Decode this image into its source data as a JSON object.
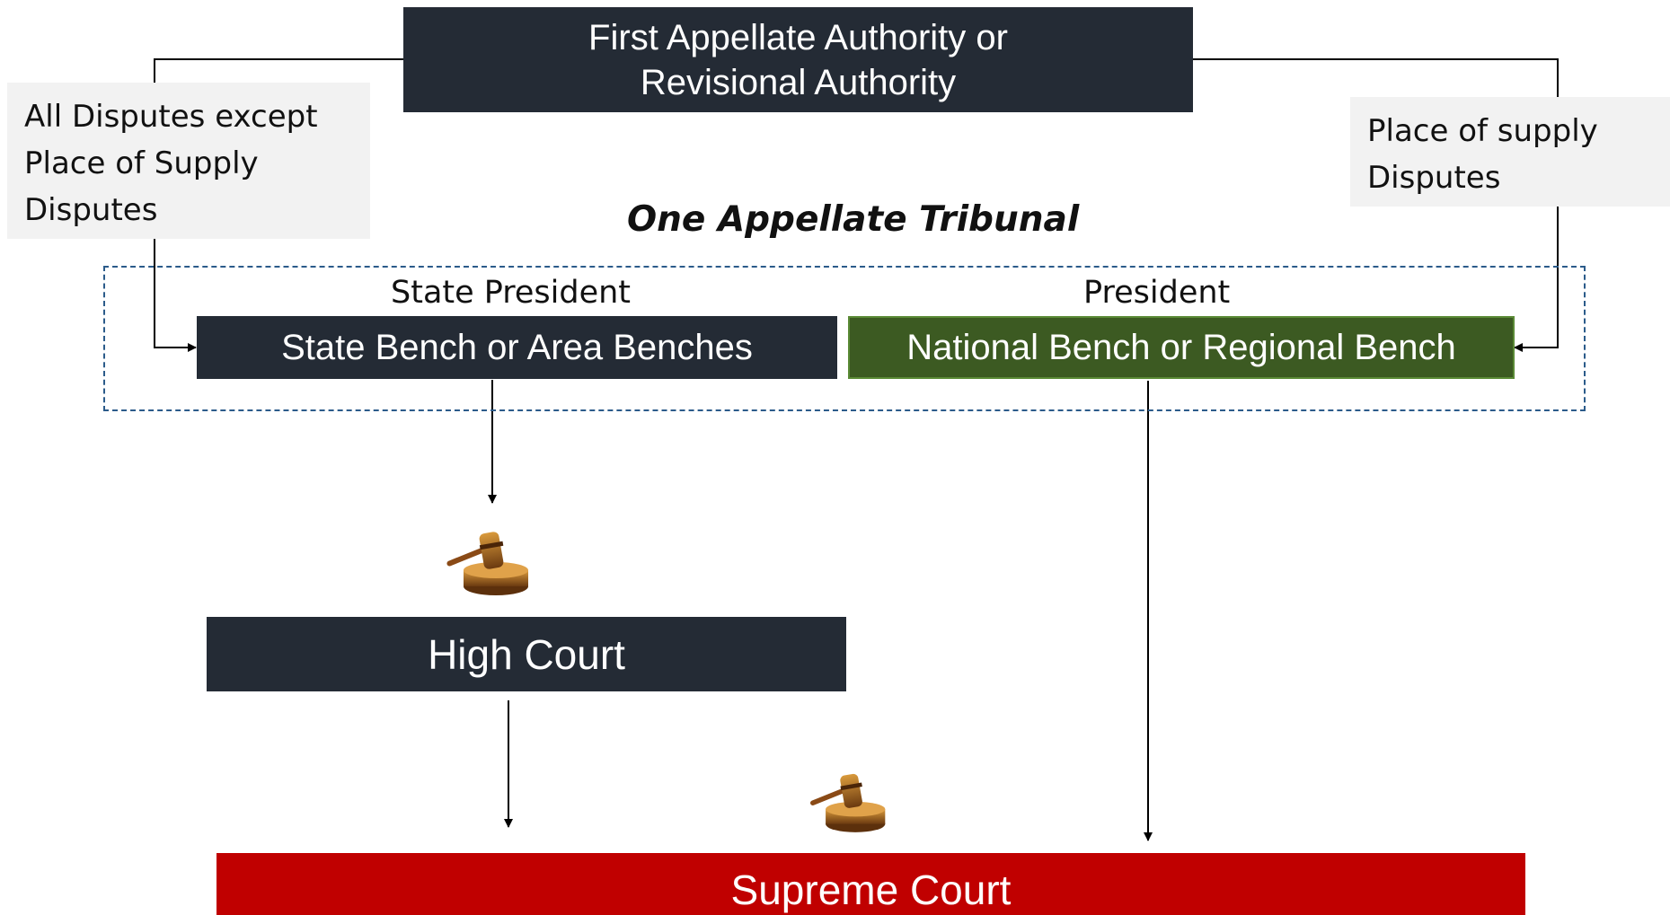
{
  "top_box": {
    "lines": [
      "First Appellate Authority or",
      "Revisional Authority"
    ]
  },
  "left_note": {
    "lines": [
      "All Disputes except",
      "Place of Supply",
      "Disputes"
    ]
  },
  "right_note": {
    "lines": [
      "Place of supply",
      "Disputes"
    ]
  },
  "tribunal_title": "One Appellate Tribunal",
  "state_president_label": "State President",
  "president_label": "President",
  "state_bench": "State Bench or Area Benches",
  "national_bench": "National Bench or Regional Bench",
  "high_court": "High Court",
  "supreme_court": "Supreme Court",
  "icons": [
    "gavel-icon",
    "gavel-icon"
  ],
  "colors": {
    "dark_box": "#242b35",
    "green_box": "#3c5a22",
    "red_box": "#c00000",
    "note_bg": "#f2f2f2",
    "dashed_border": "#2b5b8a"
  }
}
